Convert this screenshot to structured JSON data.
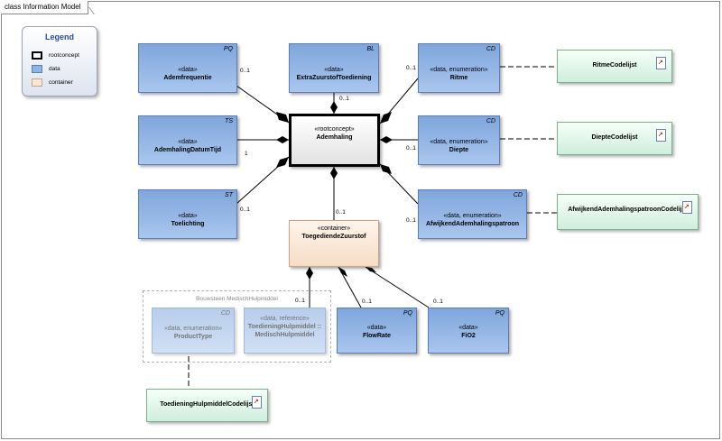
{
  "frame": {
    "title": "class Information Model"
  },
  "legend": {
    "title": "Legend",
    "items": [
      {
        "label": "rootconcept",
        "color": "#ffffff",
        "border": "#000000"
      },
      {
        "label": "data",
        "color": "#8eb3e6",
        "border": "#5a7fb8"
      },
      {
        "label": "container",
        "color": "#fbe6d5",
        "border": "#c7a48a"
      }
    ]
  },
  "package": {
    "name": "Bouwsteen MedischHulpmiddel"
  },
  "classes": {
    "ademfrequentie": {
      "stereotype": "«data»",
      "name": "Ademfrequentie",
      "tag": "PQ"
    },
    "extra_zuurstof": {
      "stereotype": "«data»",
      "name": "ExtraZuurstofToediening",
      "tag": "BL"
    },
    "ritme": {
      "stereotype": "«data, enumeration»",
      "name": "Ritme",
      "tag": "CD"
    },
    "datum_tijd": {
      "stereotype": "«data»",
      "name": "AdemhalingDatumTijd",
      "tag": "TS"
    },
    "ademhaling": {
      "stereotype": "«rootconcept»",
      "name": "Ademhaling"
    },
    "diepte": {
      "stereotype": "«data, enumeration»",
      "name": "Diepte",
      "tag": "CD"
    },
    "toelichting": {
      "stereotype": "«data»",
      "name": "Toelichting",
      "tag": "ST"
    },
    "toegediende": {
      "stereotype": "«container»",
      "name": "ToegediendeZuurstof"
    },
    "afwijkend": {
      "stereotype": "«data, enumeration»",
      "name": "AfwijkendAdemhalingspatroon",
      "tag": "CD"
    },
    "product_type": {
      "stereotype": "«data, enumeration»",
      "name": "ProductType",
      "tag": "CD"
    },
    "toediening_hulpmiddel": {
      "stereotype": "«data, reference»",
      "name": "ToedieningHulpmiddel :: MedischHulpmiddel"
    },
    "flow_rate": {
      "stereotype": "«data»",
      "name": "FlowRate",
      "tag": "PQ"
    },
    "fio2": {
      "stereotype": "«data»",
      "name": "FiO2",
      "tag": "PQ"
    }
  },
  "codelists": {
    "ritme": "RitmeCodelijst",
    "diepte": "DiepteCodelijst",
    "afwijkend": "AfwijkendAdemhalingspatroonCodelijst",
    "hulpmiddel": "ToedieningHulpmiddelCodelijst"
  },
  "multiplicities": {
    "ademfrequentie": "0..1",
    "extra_zuurstof": "0..1",
    "ritme": "0..1",
    "datum_tijd": "1",
    "diepte": "0..1",
    "toelichting": "0..1",
    "toegediende": "0..1",
    "afwijkend": "0..1",
    "toediening_hulpmiddel": "0..1",
    "flow_rate": "0..1",
    "fio2": "0..1"
  }
}
